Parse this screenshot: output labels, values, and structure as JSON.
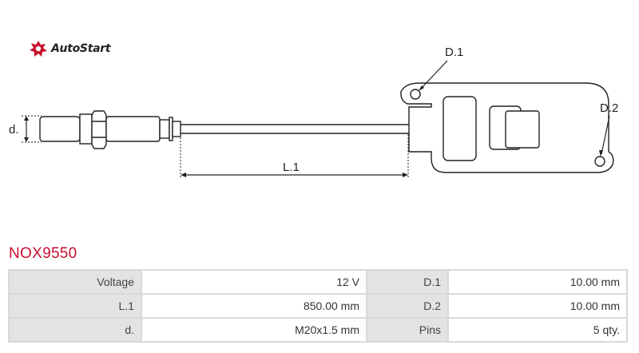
{
  "brand": {
    "name": "AutoStart",
    "accent": "#c8102e"
  },
  "diagram": {
    "labels": {
      "d": "d.",
      "l1": "L.1",
      "d1": "D.1",
      "d2": "D.2"
    }
  },
  "product": {
    "code": "NOX9550"
  },
  "specs": [
    {
      "label": "Voltage",
      "value": "12 V",
      "label2": "D.1",
      "value2": "10.00 mm"
    },
    {
      "label": "L.1",
      "value": "850.00 mm",
      "label2": "D.2",
      "value2": "10.00 mm"
    },
    {
      "label": "d.",
      "value": "M20x1.5 mm",
      "label2": "Pins",
      "value2": "5 qty."
    }
  ]
}
